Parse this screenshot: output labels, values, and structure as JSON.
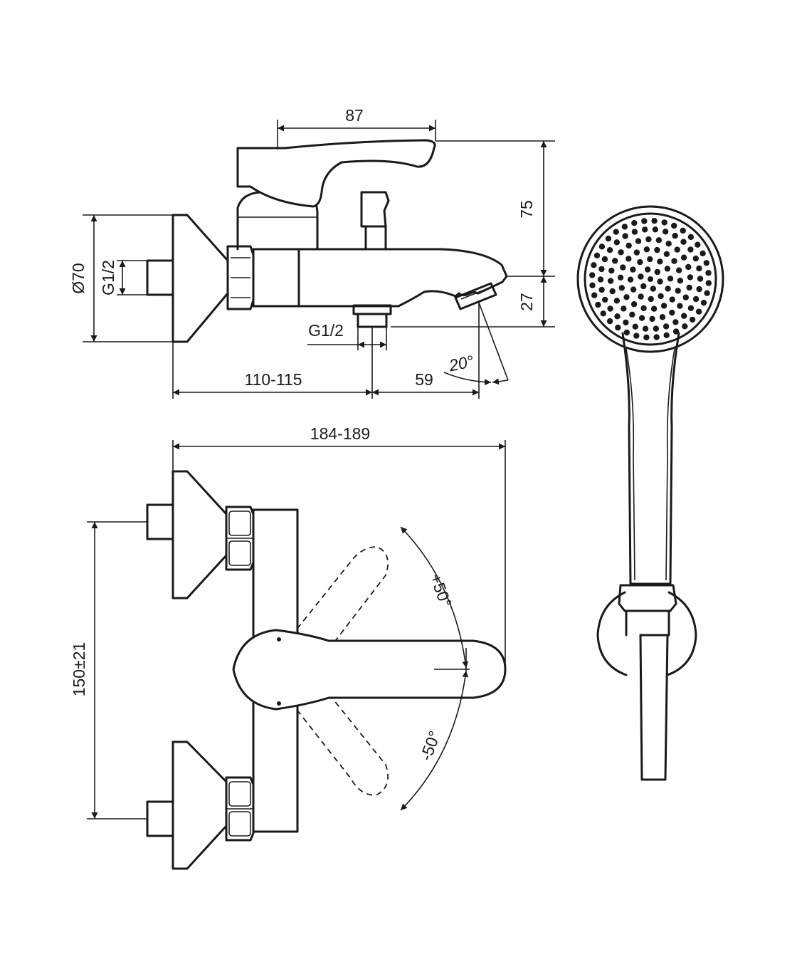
{
  "dimensions": {
    "lever_width": "87",
    "lever_height": "75",
    "spout_drop": "27",
    "wall_plate_diameter": "Ø70",
    "inlet_thread": "G1/2",
    "outlet_thread": "G1/2",
    "spout_angle": "20°",
    "wall_to_outlet": "110-115",
    "outlet_to_spout": "59",
    "overall_depth": "184-189",
    "inlet_spacing": "150±21",
    "lever_angle_plus": "+50°",
    "lever_angle_minus": "-50°"
  },
  "colors": {
    "line": "#1a1a1a",
    "background": "#ffffff"
  }
}
